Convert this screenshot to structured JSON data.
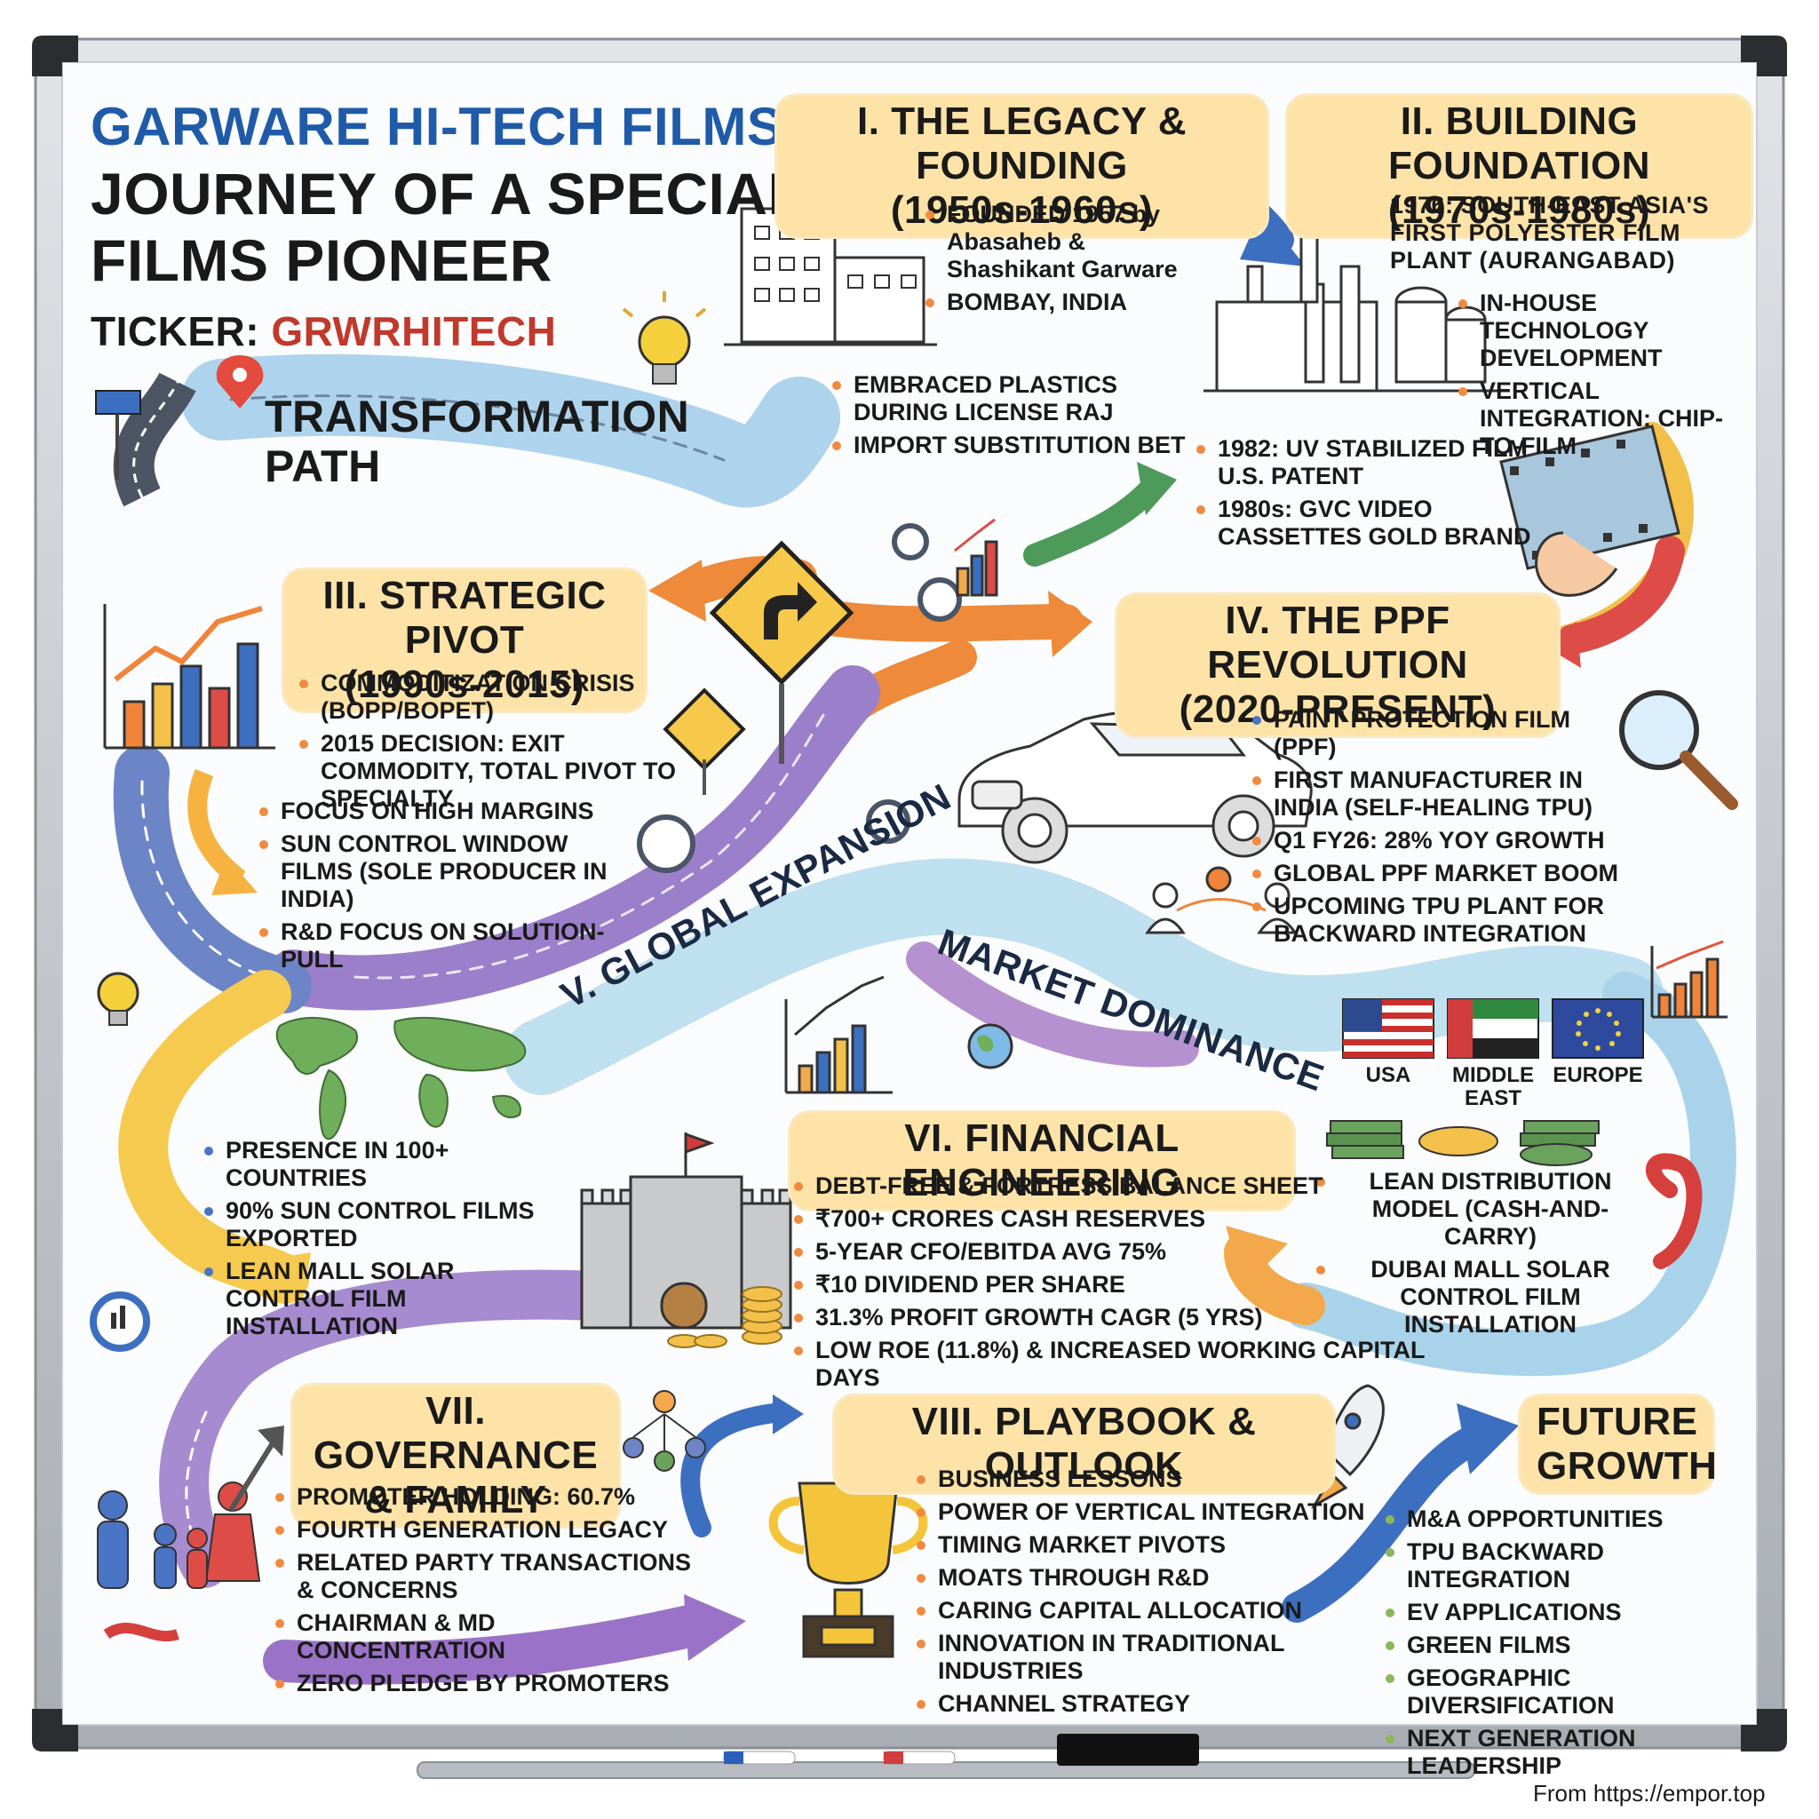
{
  "title": {
    "line1": "GARWARE HI-TECH FILMS:",
    "line2": "JOURNEY OF A SPECIALTY",
    "line3": "FILMS PIONEER",
    "ticker_label": "TICKER:",
    "ticker_value": "GRWRHITECH"
  },
  "path_banner": {
    "line1": "TRANSFORMATION",
    "line2": "PATH"
  },
  "section1": {
    "heading_line1": "I. THE LEGACY & FOUNDING",
    "heading_line2": "(1950s-1960s)",
    "bullets": [
      "FOUNDED 1957 by Abasaheb & Shashikant Garware",
      "BOMBAY, INDIA",
      "EMBRACED PLASTICS DURING LICENSE RAJ",
      "IMPORT SUBSTITUTION BET"
    ]
  },
  "section2": {
    "heading_line1": "II. BUILDING FOUNDATION",
    "heading_line2": "(1970s-1980s)",
    "intro": "1976: SOUTH-EAST ASIA'S FIRST POLYESTER FILM PLANT (AURANGABAD)",
    "bullets": [
      "IN-HOUSE TECHNOLOGY DEVELOPMENT",
      "VERTICAL INTEGRATION: CHIP-TO-FILM",
      "1982: UV STABILIZED FILM U.S. PATENT",
      "1980s: GVC VIDEO CASSETTES GOLD BRAND"
    ]
  },
  "section3": {
    "heading_line1": "III. STRATEGIC PIVOT",
    "heading_line2": "(1990s-2015)",
    "bullets": [
      "COMMODITIZATION CRISIS (BOPP/BOPET)",
      "2015 DECISION: EXIT COMMODITY, TOTAL PIVOT TO SPECIALTY",
      "FOCUS ON HIGH MARGINS",
      "SUN CONTROL WINDOW FILMS (SOLE PRODUCER IN INDIA)",
      "R&D FOCUS ON SOLUTION-PULL"
    ]
  },
  "section4": {
    "heading_line1": "IV. THE PPF REVOLUTION",
    "heading_line2": "(2020-PRESENT)",
    "bullets": [
      "PAINT PROTECTION FILM (PPF)",
      "FIRST MANUFACTURER IN INDIA (SELF-HEALING TPU)",
      "Q1 FY26: 28% YOY GROWTH",
      "GLOBAL PPF MARKET BOOM",
      "UPCOMING TPU PLANT FOR BACKWARD INTEGRATION"
    ]
  },
  "section5": {
    "ribbon_left": "V. GLOBAL EXPANSION",
    "ribbon_right": "MARKET DOMINANCE",
    "bullets": [
      "PRESENCE IN 100+ COUNTRIES",
      "90% SUN CONTROL FILMS EXPORTED",
      "LEAN MALL SOLAR CONTROL FILM INSTALLATION"
    ],
    "flags": [
      {
        "label": "USA",
        "icon": "usa-flag-icon"
      },
      {
        "label": "MIDDLE EAST",
        "icon": "uae-flag-icon"
      },
      {
        "label": "EUROPE",
        "icon": "eu-flag-icon"
      }
    ],
    "right_bullets": [
      "LEAN DISTRIBUTION MODEL (CASH-AND-CARRY)",
      "DUBAI MALL SOLAR CONTROL FILM INSTALLATION"
    ]
  },
  "section6": {
    "heading": "VI. FINANCIAL ENGINEERING",
    "bullets": [
      "DEBT-FREE & FORTRESS BALANCE SHEET",
      "₹700+ CRORES CASH RESERVES",
      "5-YEAR CFO/EBITDA AVG 75%",
      "₹10 DIVIDEND PER SHARE",
      "31.3% PROFIT GROWTH CAGR (5 YRS)",
      "LOW ROE (11.8%) & INCREASED WORKING CAPITAL DAYS"
    ]
  },
  "section7": {
    "heading_line1": "VII. GOVERNANCE",
    "heading_line2": "& FAMILY",
    "bullets": [
      "PROMOTER HOLDING: 60.7%",
      "FOURTH GENERATION LEGACY",
      "RELATED PARTY TRANSACTIONS & CONCERNS",
      "CHAIRMAN & MD CONCENTRATION",
      "ZERO PLEDGE BY PROMOTERS"
    ]
  },
  "section8": {
    "heading": "VIII. PLAYBOOK & OUTLOOK",
    "bullets": [
      "BUSINESS LESSONS",
      "POWER OF VERTICAL INTEGRATION",
      "TIMING MARKET PIVOTS",
      "MOATS THROUGH R&D",
      "CARING CAPITAL ALLOCATION",
      "INNOVATION IN TRADITIONAL INDUSTRIES",
      "CHANNEL STRATEGY"
    ]
  },
  "future": {
    "heading_line1": "FUTURE",
    "heading_line2": "GROWTH",
    "bullets": [
      "M&A OPPORTUNITIES",
      "TPU BACKWARD INTEGRATION",
      "EV APPLICATIONS",
      "GREEN FILMS",
      "GEOGRAPHIC DIVERSIFICATION",
      "NEXT GENERATION LEADERSHIP"
    ]
  },
  "footer": {
    "source": "From https://empor.top"
  },
  "colors": {
    "title_blue": "#1f5ba8",
    "ticker_red": "#c0392b",
    "highlight": "#fde3a7",
    "orange_bullet": "#f08a3e",
    "blue_bullet": "#4a74c4",
    "green_bullet": "#8cb65a"
  }
}
